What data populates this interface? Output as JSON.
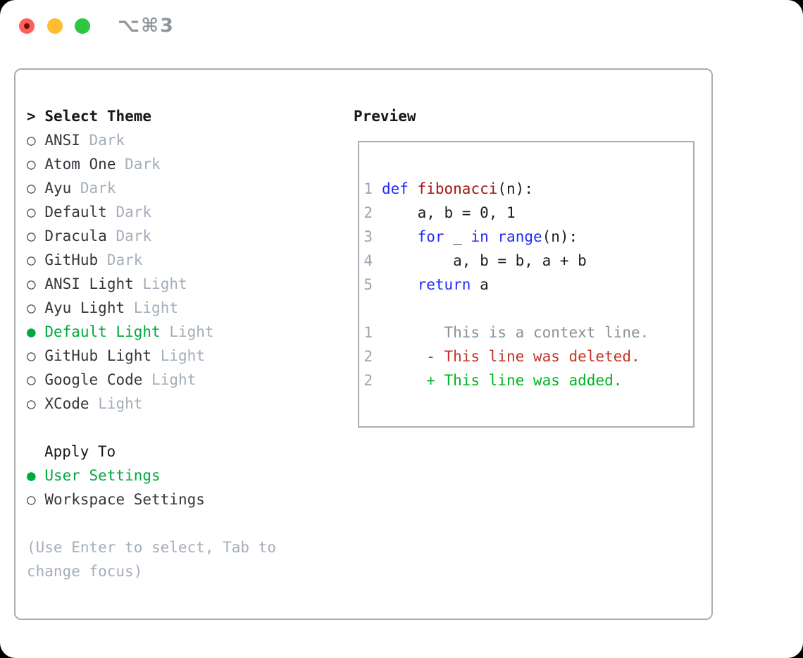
{
  "titlebar": {
    "shortcut": "⌥⌘3"
  },
  "window_controls": [
    {
      "name": "close",
      "color": "#ff5f57"
    },
    {
      "name": "minimize",
      "color": "#febc2e"
    },
    {
      "name": "zoom",
      "color": "#2bc840"
    }
  ],
  "selector": {
    "prompt": ">",
    "title": "Select Theme",
    "items": [
      {
        "name": "ANSI",
        "variant": "Dark",
        "selected": false
      },
      {
        "name": "Atom One",
        "variant": "Dark",
        "selected": false
      },
      {
        "name": "Ayu",
        "variant": "Dark",
        "selected": false
      },
      {
        "name": "Default",
        "variant": "Dark",
        "selected": false
      },
      {
        "name": "Dracula",
        "variant": "Dark",
        "selected": false
      },
      {
        "name": "GitHub",
        "variant": "Dark",
        "selected": false
      },
      {
        "name": "ANSI Light",
        "variant": "Light",
        "selected": false
      },
      {
        "name": "Ayu Light",
        "variant": "Light",
        "selected": false
      },
      {
        "name": "Default Light",
        "variant": "Light",
        "selected": true
      },
      {
        "name": "GitHub Light",
        "variant": "Light",
        "selected": false
      },
      {
        "name": "Google Code",
        "variant": "Light",
        "selected": false
      },
      {
        "name": "XCode",
        "variant": "Light",
        "selected": false
      }
    ]
  },
  "apply_to": {
    "title": "Apply To",
    "options": [
      {
        "label": "User Settings",
        "selected": true
      },
      {
        "label": "Workspace Settings",
        "selected": false
      }
    ]
  },
  "hint": [
    "(Use Enter to select, Tab to",
    "change focus)"
  ],
  "preview": {
    "title": "Preview",
    "lines": [
      {
        "num": "1",
        "kind": "code",
        "segments": [
          {
            "c": "kw",
            "t": "def"
          },
          {
            "c": "plain",
            "t": " "
          },
          {
            "c": "fn",
            "t": "fibonacci"
          },
          {
            "c": "plain",
            "t": "(n):"
          }
        ]
      },
      {
        "num": "2",
        "kind": "code",
        "segments": [
          {
            "c": "plain",
            "t": "    a, b = 0, 1"
          }
        ]
      },
      {
        "num": "3",
        "kind": "code",
        "segments": [
          {
            "c": "plain",
            "t": "    "
          },
          {
            "c": "kw",
            "t": "for"
          },
          {
            "c": "plain",
            "t": " _ "
          },
          {
            "c": "kw",
            "t": "in"
          },
          {
            "c": "plain",
            "t": " "
          },
          {
            "c": "kw",
            "t": "range"
          },
          {
            "c": "plain",
            "t": "(n):"
          }
        ]
      },
      {
        "num": "4",
        "kind": "code",
        "segments": [
          {
            "c": "plain",
            "t": "        a, b = b, a + b"
          }
        ]
      },
      {
        "num": "5",
        "kind": "code",
        "segments": [
          {
            "c": "plain",
            "t": "    "
          },
          {
            "c": "kw",
            "t": "return"
          },
          {
            "c": "plain",
            "t": " a"
          }
        ]
      },
      {
        "num": "",
        "kind": "blank",
        "segments": []
      },
      {
        "num": "1",
        "kind": "context",
        "segments": [
          {
            "c": "ctx",
            "t": "       This is a context line."
          }
        ]
      },
      {
        "num": "2",
        "kind": "deleted",
        "segments": [
          {
            "c": "del",
            "t": "     - This line was deleted."
          }
        ]
      },
      {
        "num": "2",
        "kind": "added",
        "segments": [
          {
            "c": "add",
            "t": "     + This line was added."
          }
        ]
      }
    ]
  },
  "colors": {
    "selection_green": "#00a93e",
    "added_green": "#00b321",
    "deleted_red": "#c23325",
    "keyword_blue": "#1e2cf5",
    "function_red": "#a31515",
    "muted_gray": "#a4aeb9",
    "line_number_gray": "#9aa5b1",
    "context_gray": "#8b9198",
    "border_gray": "#a8aeb6",
    "title_gray": "#8f959c"
  }
}
